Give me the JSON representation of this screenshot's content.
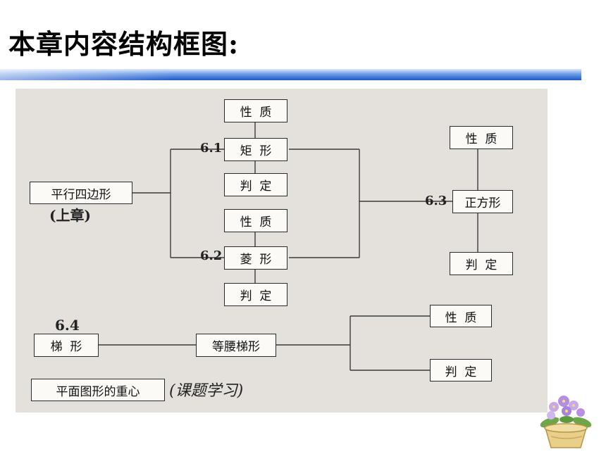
{
  "slide": {
    "title": "本章内容结构框图:"
  },
  "diagram": {
    "nodes": {
      "parallelogram": "平行四边形",
      "rect_props": "性  质",
      "rectangle": "矩  形",
      "rect_judge": "判  定",
      "rhombus_props": "性  质",
      "rhombus": "菱  形",
      "rhombus_judge": "判  定",
      "square_props": "性  质",
      "square": "正方形",
      "square_judge": "判  定",
      "trapezoid": "梯  形",
      "isosceles_trapezoid": "等腰梯形",
      "trap_props": "性  质",
      "trap_judge": "判  定",
      "centroid": "平面图形的重心"
    },
    "annotations": {
      "prev_chapter": "(上章)",
      "s61": "6.1",
      "s62": "6.2",
      "s63": "6.3",
      "s64": "6.4",
      "research": "(课题学习)"
    }
  },
  "colors": {
    "title_bar_dark": "#1f57c9",
    "title_bar_light": "#a9c6f2",
    "photo_background": "#e4e1dc",
    "line": "#3a3a3a"
  },
  "icons": {
    "decoration": "flower-pot-icon"
  }
}
